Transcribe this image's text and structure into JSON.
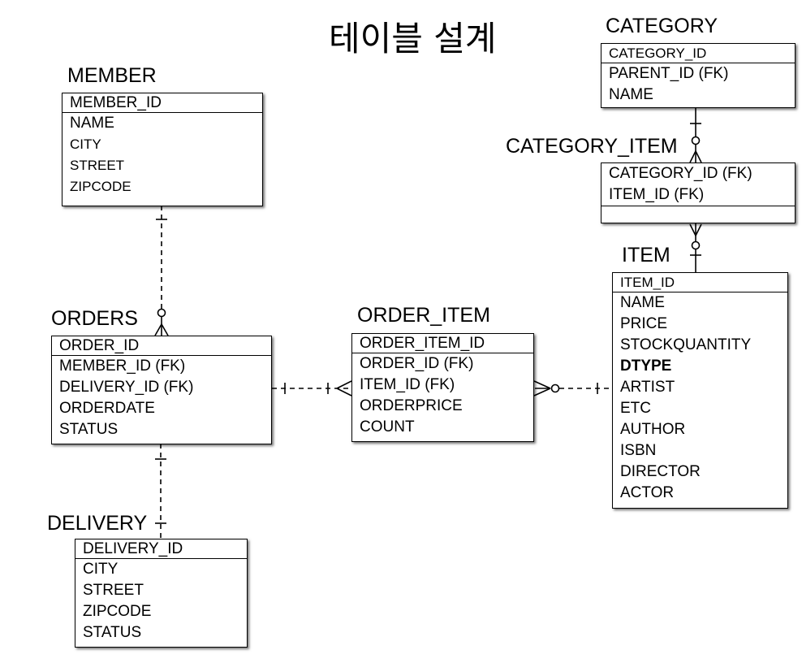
{
  "title": "테이블 설계",
  "entities": {
    "member": {
      "name": "MEMBER",
      "pk": "MEMBER_ID",
      "attrs": [
        "NAME",
        "CITY",
        "STREET",
        "ZIPCODE"
      ]
    },
    "orders": {
      "name": "ORDERS",
      "pk": "ORDER_ID",
      "attrs": [
        "MEMBER_ID (FK)",
        "DELIVERY_ID (FK)",
        "ORDERDATE",
        "STATUS"
      ]
    },
    "delivery": {
      "name": "DELIVERY",
      "pk": "DELIVERY_ID",
      "attrs": [
        "CITY",
        "STREET",
        "ZIPCODE",
        "STATUS"
      ]
    },
    "order_item": {
      "name": "ORDER_ITEM",
      "pk": "ORDER_ITEM_ID",
      "attrs": [
        "ORDER_ID (FK)",
        "ITEM_ID (FK)",
        "ORDERPRICE",
        "COUNT"
      ]
    },
    "category": {
      "name": "CATEGORY",
      "pk": "CATEGORY_ID",
      "attrs": [
        "PARENT_ID (FK)",
        "NAME"
      ]
    },
    "category_item": {
      "name": "CATEGORY_ITEM",
      "pk": "CATEGORY_ID (FK)",
      "attrs": [
        "ITEM_ID (FK)"
      ]
    },
    "item": {
      "name": "ITEM",
      "pk": "ITEM_ID",
      "attrs": [
        "NAME",
        "PRICE",
        "STOCKQUANTITY",
        "DTYPE",
        "ARTIST",
        "ETC",
        "AUTHOR",
        "ISBN",
        "DIRECTOR",
        "ACTOR"
      ]
    }
  }
}
